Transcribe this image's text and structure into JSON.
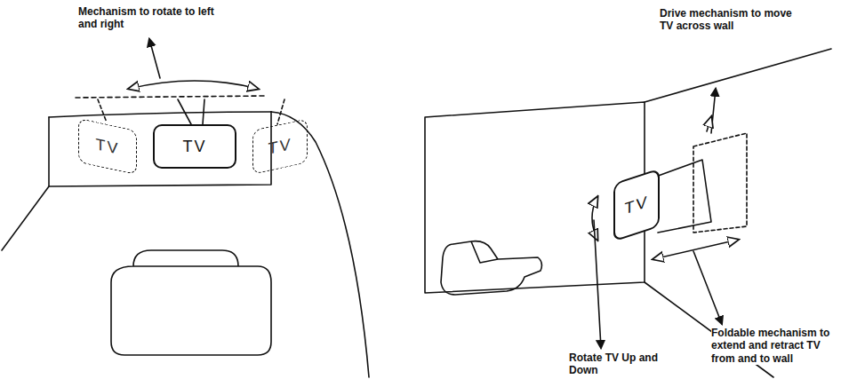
{
  "diagram": {
    "nodes": [
      {
        "text": [
          "TV"
        ]
      },
      {
        "text": [
          "TV"
        ]
      },
      {
        "text": [
          "TV"
        ]
      },
      {
        "text": [
          "TV"
        ]
      }
    ],
    "labels": [
      "Mechanism to rotate to left and right",
      "Drive mechanism to move TV across wall",
      "Rotate TV Up and Down",
      "Foldable mechanism to extend and retract TV from and to wall"
    ]
  }
}
